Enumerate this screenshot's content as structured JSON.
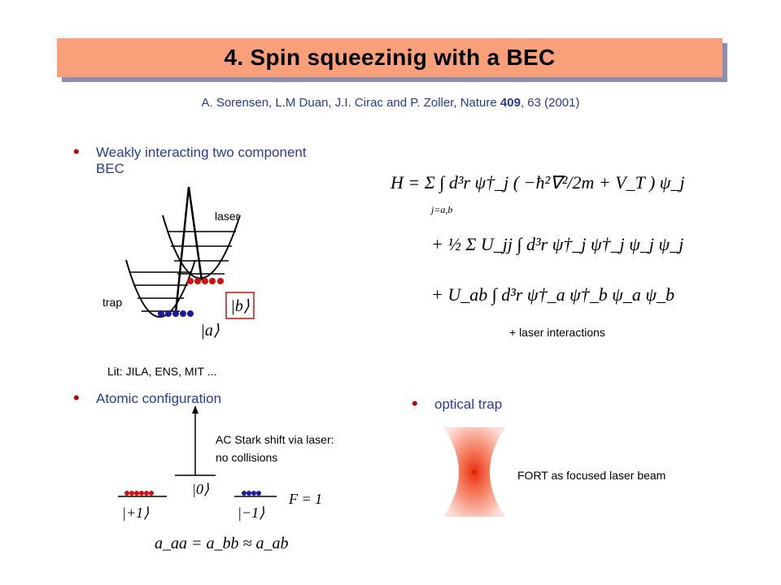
{
  "title": "4. Spin squeezinig with a BEC",
  "citation": {
    "authors": "A. Sorensen, L.M Duan, J.I. Cirac and P. Zoller, Nature ",
    "volume": "409",
    "pages": ", 63 (2001)"
  },
  "bullets": {
    "bec_line1": "Weakly interacting two component",
    "bec_line2": "BEC",
    "atomic": "Atomic configuration",
    "optical": "optical trap"
  },
  "labels": {
    "laser": "laser",
    "trap": "trap",
    "lit": "Lit: JILA, ENS, MIT ...",
    "laser_interactions": "+ laser interactions",
    "ac_stark_1": "AC Stark shift via laser:",
    "ac_stark_2": "no collisions",
    "fort": "FORT as focused laser beam"
  },
  "math": {
    "state_a": "|a⟩",
    "state_b": "|b⟩",
    "state_zero": "|0⟩",
    "state_plus": "|+1⟩",
    "state_minus": "|−1⟩",
    "F_eq": "F = 1",
    "scattering": "a_aa = a_bb ≈ a_ab",
    "H_line1": "H = Σ ∫ d³r ψ†_j ( −ħ²∇²/2m + V_T ) ψ_j",
    "H_line1_sub": "j=a,b",
    "H_line2": "+ ½ Σ U_jj ∫ d³r ψ†_j ψ†_j ψ_j ψ_j",
    "H_line3": "+ U_ab ∫ d³r ψ†_a ψ†_b ψ_a ψ_b"
  },
  "colors": {
    "title_bg": "#f9a07a",
    "bullet_text": "#2a3a9a",
    "atom_blue": "#1a1aa0",
    "atom_red": "#d01010",
    "laser_beam": "#f06040"
  }
}
